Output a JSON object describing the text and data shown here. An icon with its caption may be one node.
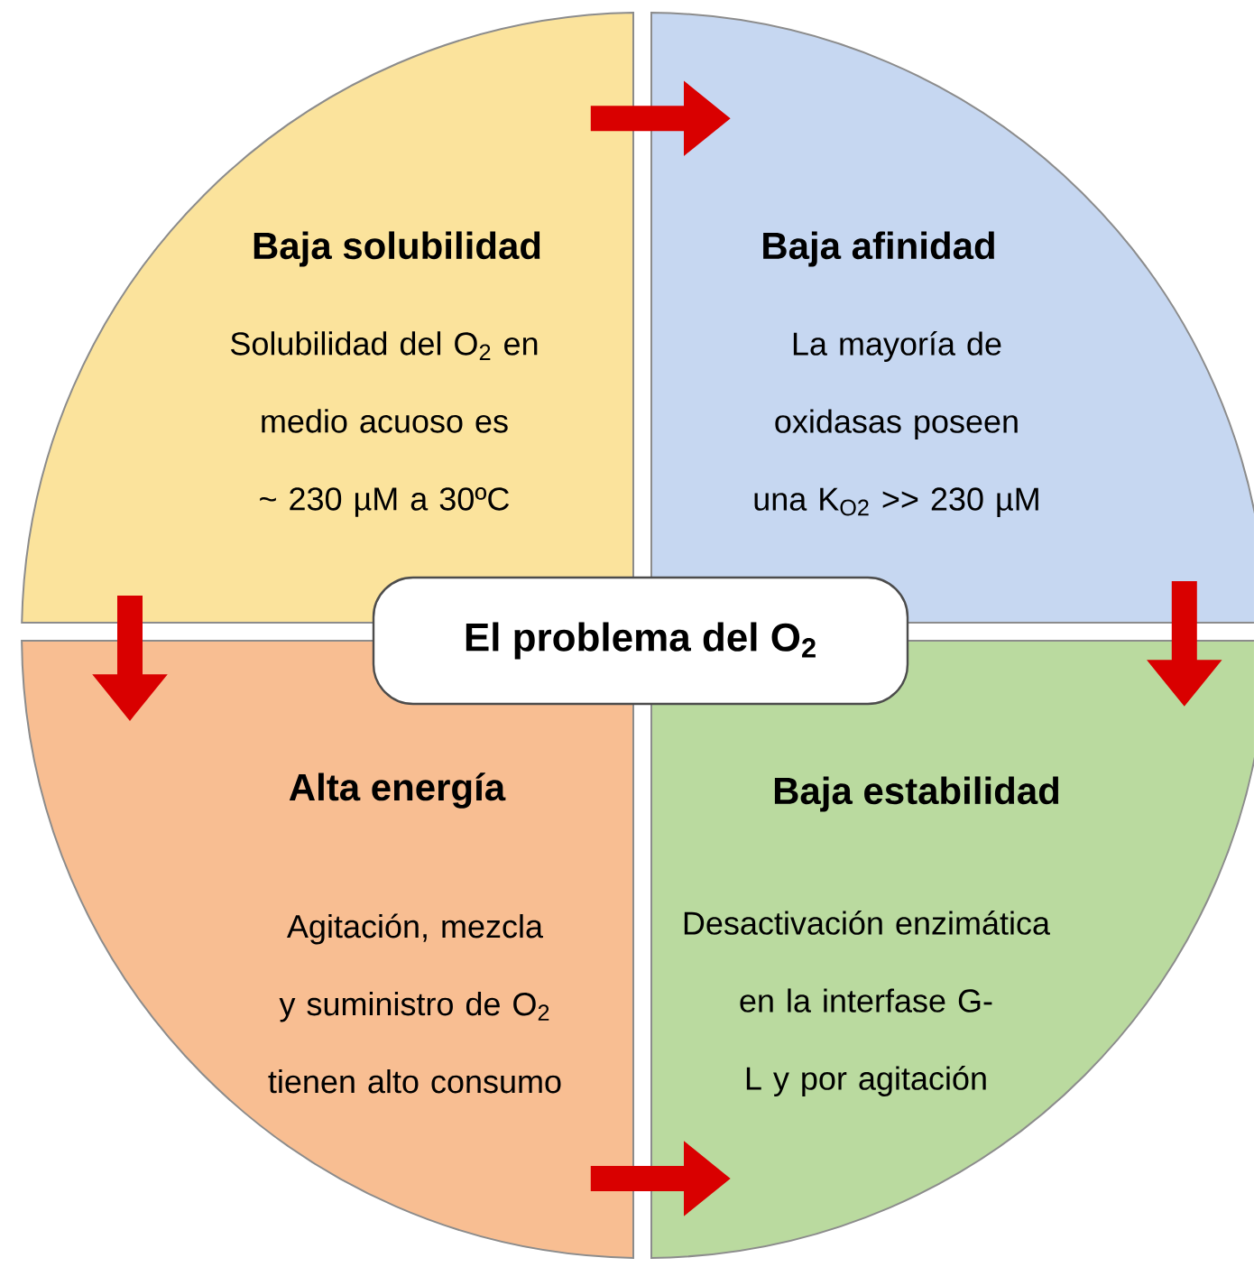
{
  "diagram": {
    "nodes": [
      {
        "text": [
          "Baja solubilidad",
          "Solubilidad del O$_{2}$ en medio acuoso es ~ 230 µM a 30ºC"
        ]
      },
      {
        "text": [
          "Baja afinidad",
          "La mayoría de oxidasas poseen una K$_{O2}$ >> 230 µM"
        ]
      },
      {
        "text": [
          "El problema del O$_{2}$"
        ]
      },
      {
        "text": [
          "Alta energía",
          "Agitación, mezcla y suministro de O$_{2}$ tienen alto consumo"
        ]
      },
      {
        "text": [
          "Baja estabilidad",
          "Desactivación enzimática en la interfase G-L y por agitación"
        ]
      }
    ],
    "edges": [
      {
        "from": 0,
        "to": 1,
        "arrow": "to"
      },
      {
        "from": 1,
        "to": 4,
        "arrow": "to"
      },
      {
        "from": 0,
        "to": 3,
        "arrow": "to"
      },
      {
        "from": 3,
        "to": 4,
        "arrow": "to"
      }
    ]
  }
}
